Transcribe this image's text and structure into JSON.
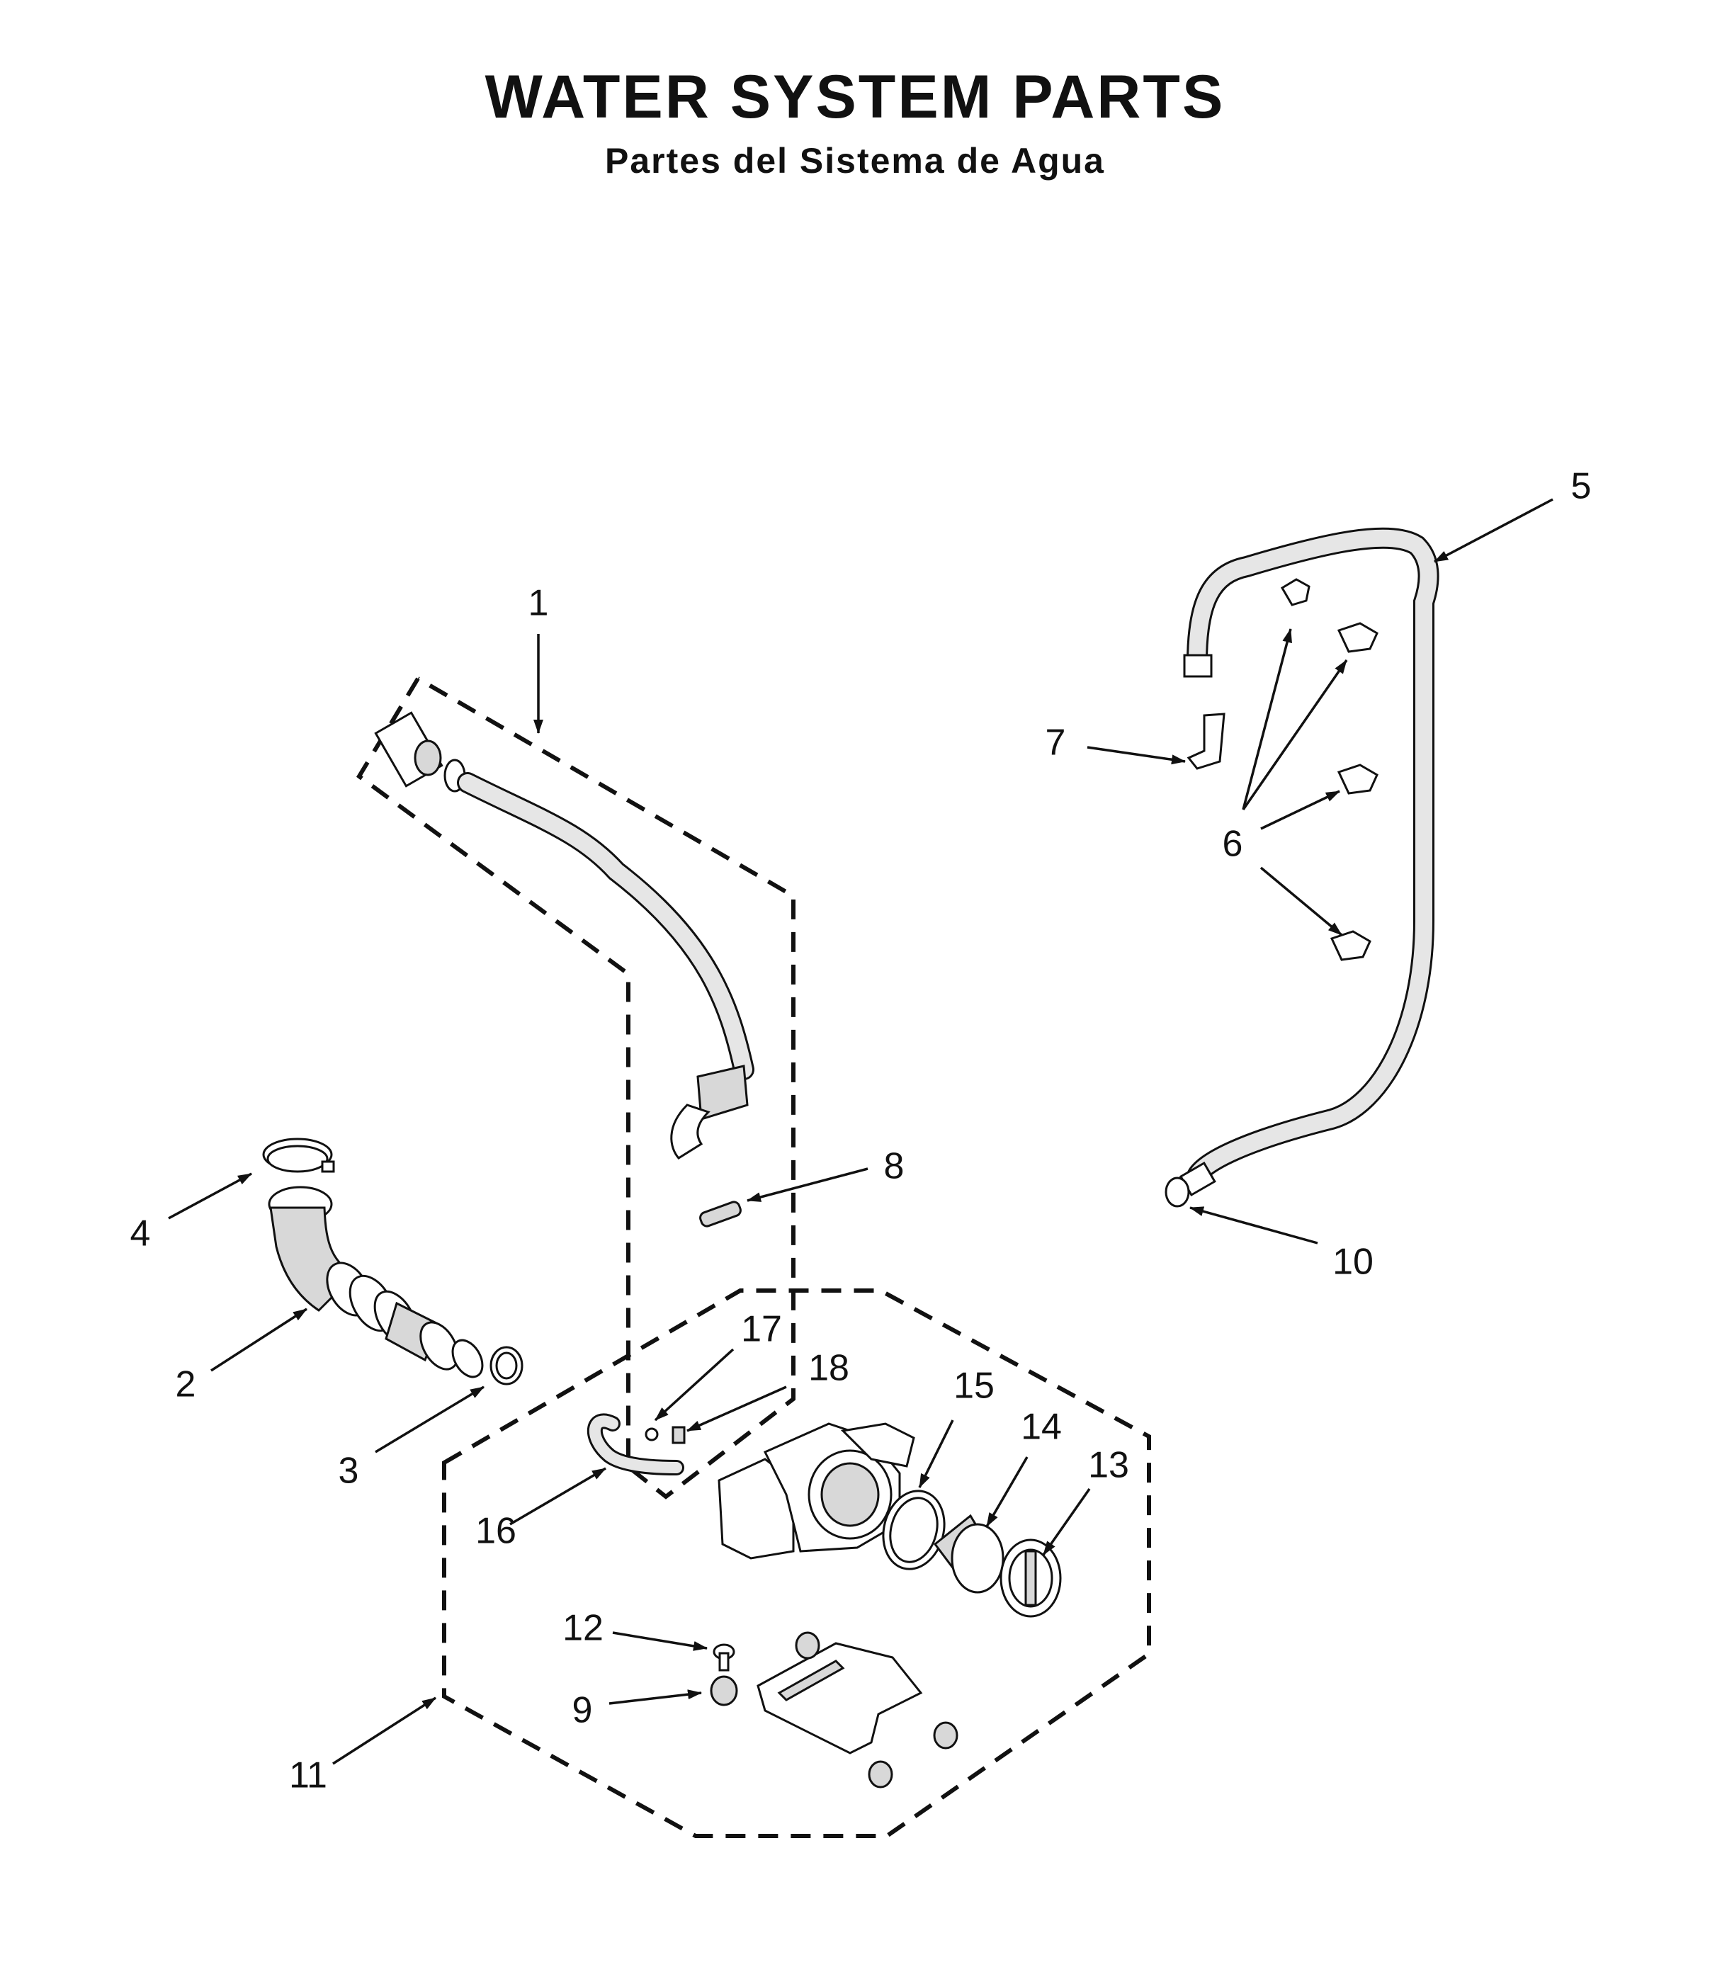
{
  "title": "WATER SYSTEM PARTS",
  "subtitle": "Partes del Sistema de Agua",
  "callouts": [
    "1",
    "2",
    "3",
    "4",
    "5",
    "6",
    "7",
    "8",
    "9",
    "10",
    "11",
    "12",
    "13",
    "14",
    "15",
    "16",
    "17",
    "18"
  ],
  "colors": {
    "line": "#111111",
    "fill": "#ffffff",
    "shade": "#d8d8d8"
  }
}
